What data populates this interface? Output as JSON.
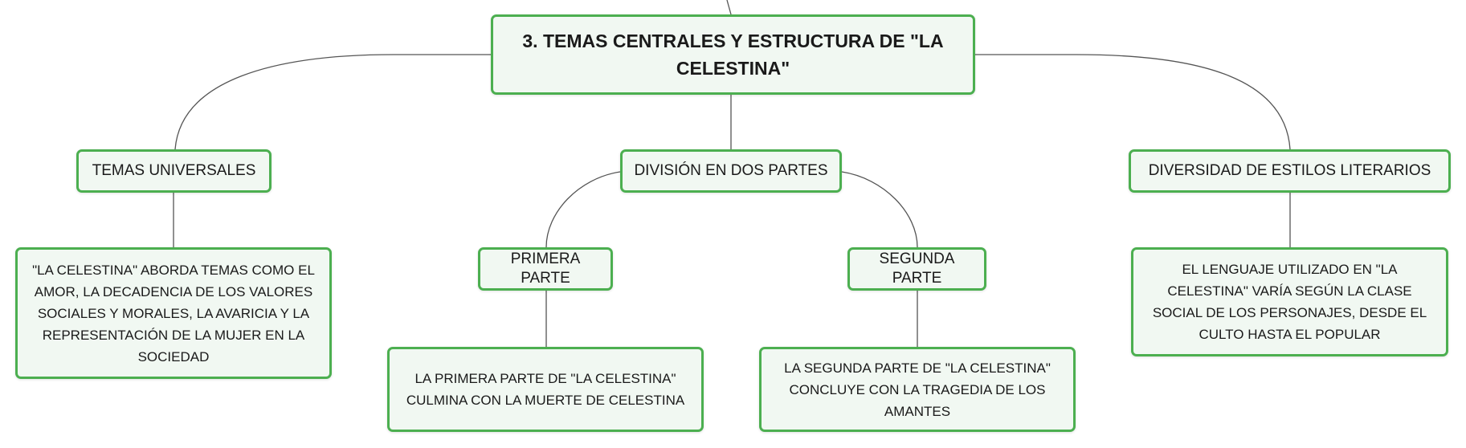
{
  "root": {
    "title": "3. TEMAS CENTRALES Y ESTRUCTURA DE \"LA CELESTINA\""
  },
  "topics": {
    "temas_universales": {
      "label": "TEMAS UNIVERSALES",
      "detail": "\"LA CELESTINA\" ABORDA TEMAS COMO EL AMOR, LA DECADENCIA DE LOS VALORES SOCIALES Y MORALES, LA AVARICIA Y LA REPRESENTACIÓN DE LA MUJER EN LA SOCIEDAD"
    },
    "division": {
      "label": "DIVISIÓN EN DOS PARTES",
      "primera": {
        "label": "PRIMERA PARTE",
        "detail": "LA PRIMERA PARTE DE \"LA CELESTINA\" CULMINA CON LA MUERTE DE CELESTINA"
      },
      "segunda": {
        "label": "SEGUNDA PARTE",
        "detail": "LA SEGUNDA PARTE DE \"LA CELESTINA\" CONCLUYE CON LA TRAGEDIA DE LOS AMANTES"
      }
    },
    "diversidad": {
      "label": "DIVERSIDAD DE ESTILOS LITERARIOS",
      "detail": "EL LENGUAJE UTILIZADO EN \"LA CELESTINA\" VARÍA SEGÚN LA CLASE SOCIAL DE LOS PERSONAJES, DESDE EL CULTO HASTA EL POPULAR"
    }
  },
  "colors": {
    "border": "#4caf50",
    "fill": "#f1f8f2",
    "connector": "#555555"
  }
}
